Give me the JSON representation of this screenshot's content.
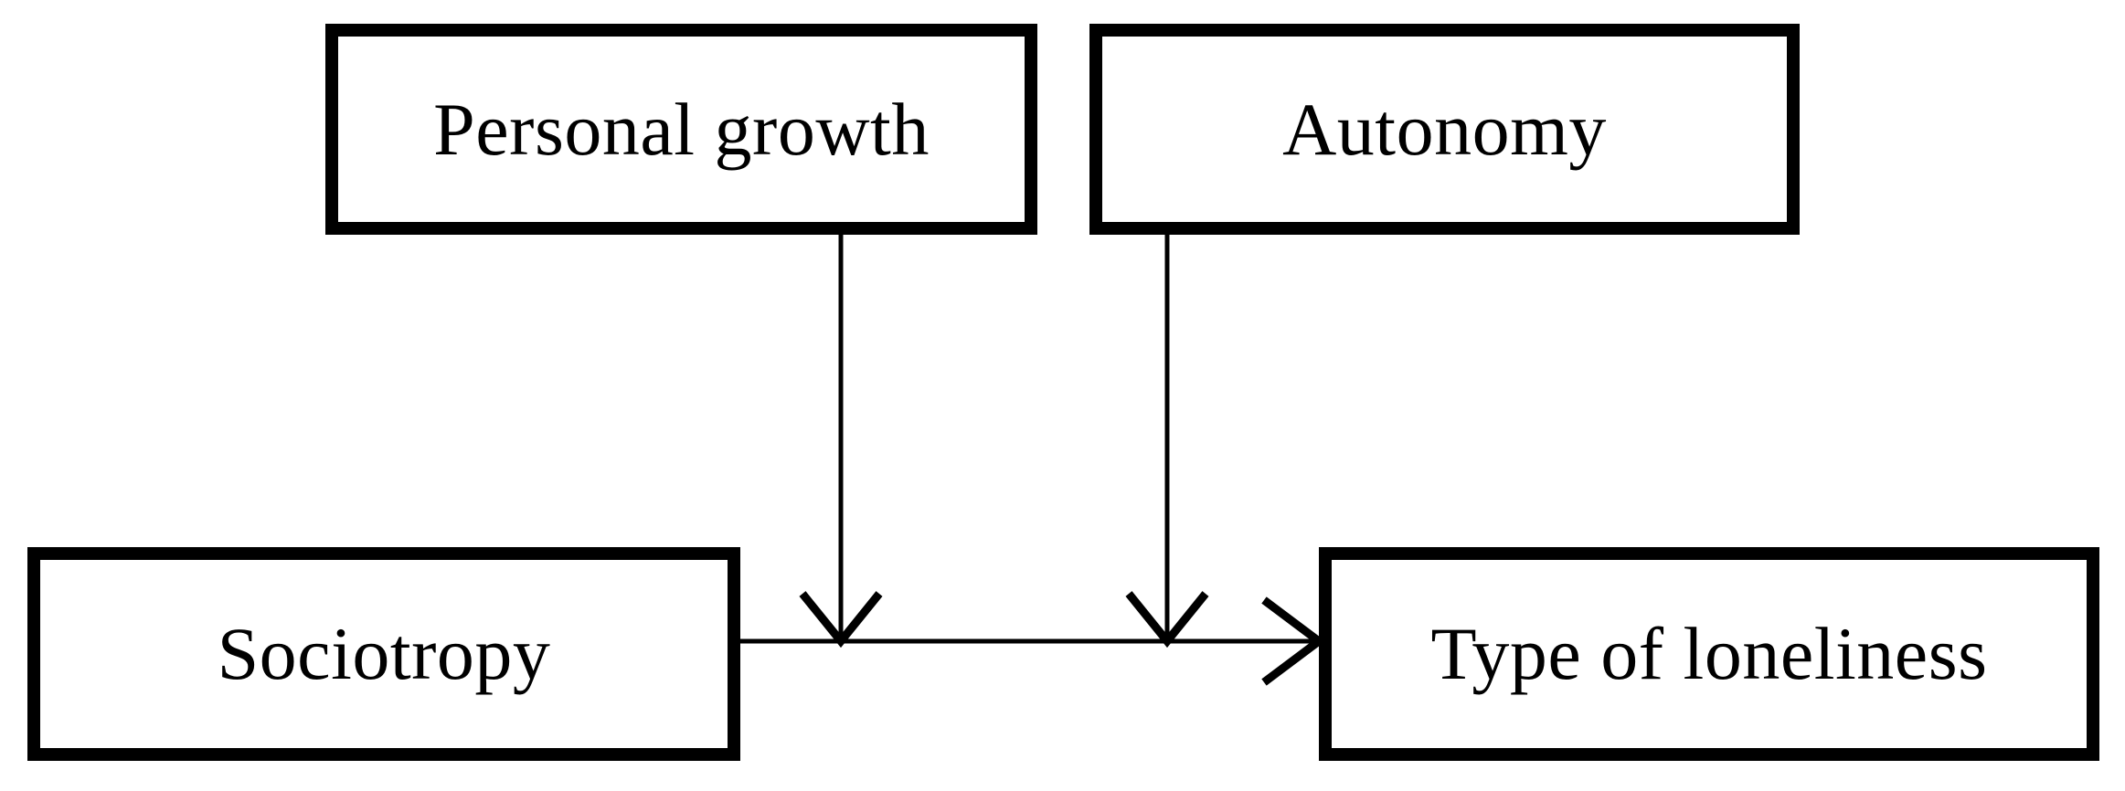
{
  "diagram": {
    "type": "conceptual-model-path-diagram",
    "background_color": "#ffffff",
    "line_color": "#000000",
    "text_color": "#000000",
    "nodes": [
      {
        "id": "personal-growth",
        "label": "Personal growth",
        "role": "moderator",
        "position": "top-left"
      },
      {
        "id": "autonomy",
        "label": "Autonomy",
        "role": "moderator",
        "position": "top-right"
      },
      {
        "id": "sociotropy",
        "label": "Sociotropy",
        "role": "predictor",
        "position": "bottom-left"
      },
      {
        "id": "type-of-loneliness",
        "label": "Type of loneliness",
        "role": "outcome",
        "position": "bottom-right"
      }
    ],
    "edges": [
      {
        "id": "edge-sociotropy-to-loneliness",
        "from": "sociotropy",
        "to": "type-of-loneliness",
        "orientation": "horizontal",
        "arrowhead": "open-v",
        "label": ""
      },
      {
        "id": "edge-personal-growth-to-path",
        "from": "personal-growth",
        "to": "edge-sociotropy-to-loneliness",
        "orientation": "vertical",
        "arrowhead": "open-v",
        "label": ""
      },
      {
        "id": "edge-autonomy-to-path",
        "from": "autonomy",
        "to": "edge-sociotropy-to-loneliness",
        "orientation": "vertical",
        "arrowhead": "open-v",
        "label": ""
      }
    ]
  }
}
